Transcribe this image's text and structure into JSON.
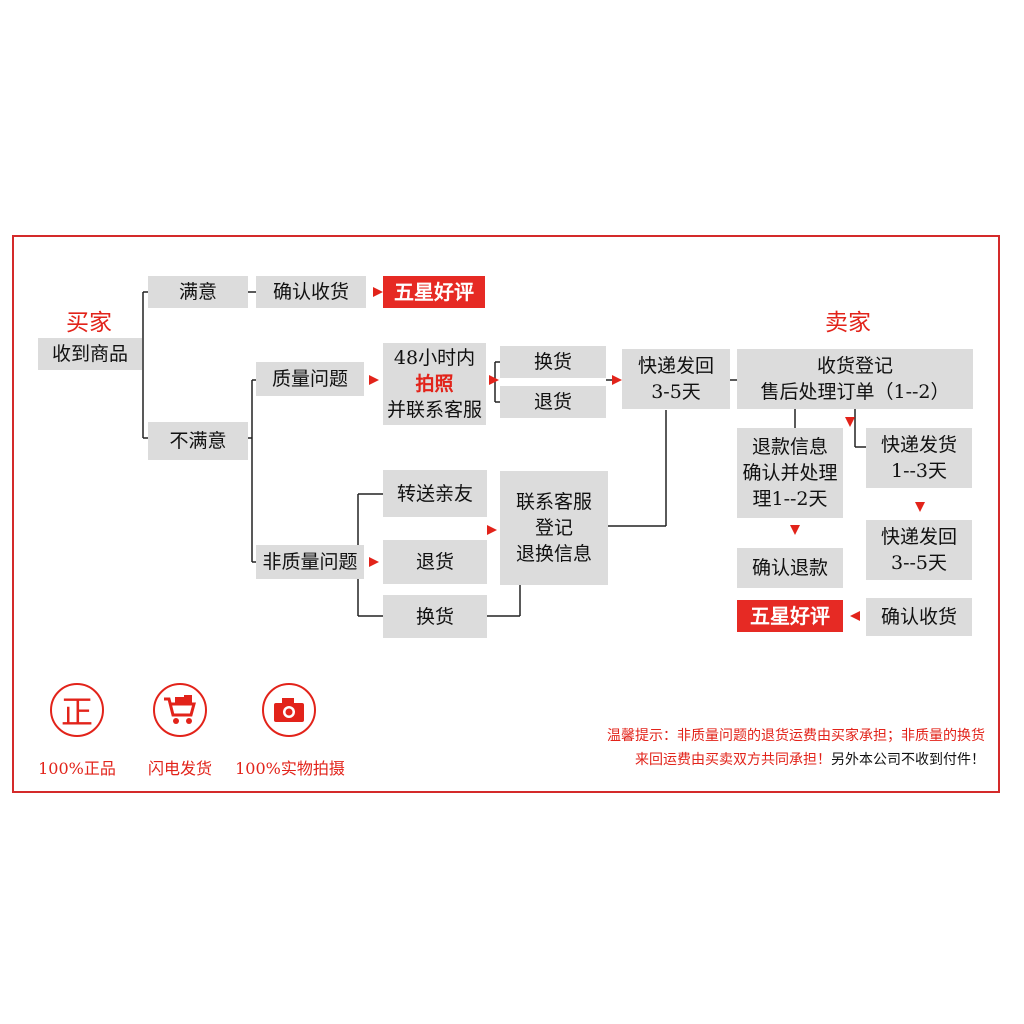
{
  "buyer": {
    "title": "买家",
    "receive": "收到商品",
    "satisfied": "满意",
    "confirm": "确认收货",
    "five_star": "五星好评",
    "unsatisfied": "不满意",
    "quality_issue": "质量问题",
    "within48_l1": "48小时内",
    "within48_l2": "拍照",
    "within48_l3": "并联系客服",
    "exchange": "换货",
    "return": "退货",
    "express_back_l1": "快递发回",
    "express_back_l2": "3-5天",
    "forward": "转送亲友",
    "non_quality_issue": "非质量问题",
    "return2": "退货",
    "exchange2": "换货",
    "contact_l1": "联系客服",
    "contact_l2": "登记",
    "contact_l3": "退换信息"
  },
  "seller": {
    "title": "卖家",
    "register_l1": "收货登记",
    "register_l2": "售后处理订单（1--2）",
    "refund_l1": "退款信息",
    "refund_l2": "确认并处理",
    "refund_l3": "理1--2天",
    "ship_l1": "快递发货",
    "ship_l2": "1--3天",
    "confirm_refund": "确认退款",
    "express_back_l1": "快递发回",
    "express_back_l2": "3--5天",
    "five_star": "五星好评",
    "confirm": "确认收货"
  },
  "badges": [
    {
      "icon": "zheng-icon",
      "glyph": "正",
      "caption": "100%正品"
    },
    {
      "icon": "shopping-cart-icon",
      "caption": "闪电发货"
    },
    {
      "icon": "camera-icon",
      "caption": "100%实物拍摄"
    }
  ],
  "notice": {
    "line1": "温馨提示：非质量问题的退货运费由买家承担；非质量的换货",
    "line2": "来回运费由买卖双方共同承担！",
    "line2_tail": "另外本公司不收到付件！"
  },
  "colors": {
    "accent": "#e2231a",
    "box": "#dcdcdc",
    "line": "#222222"
  }
}
